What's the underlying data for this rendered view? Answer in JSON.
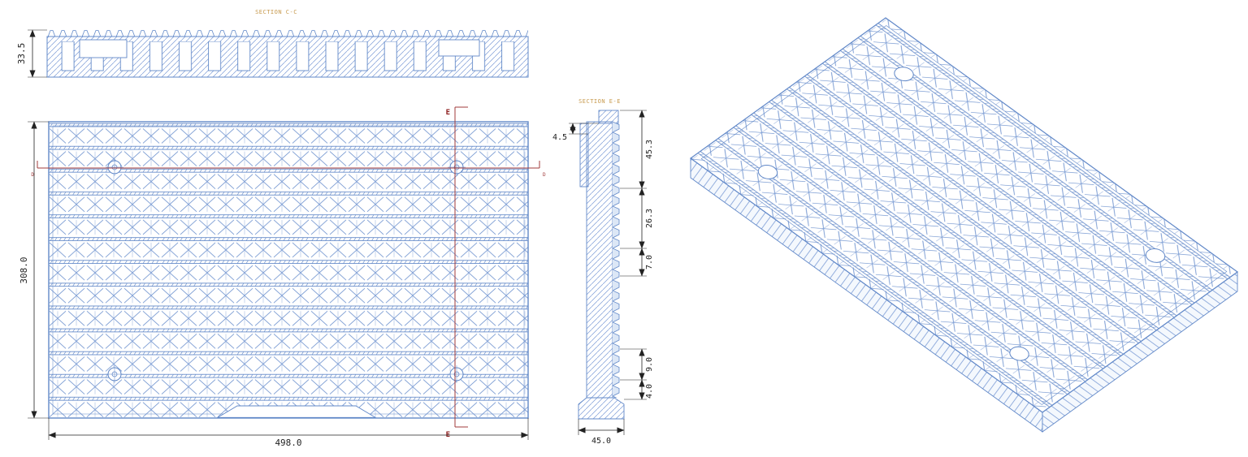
{
  "colors": {
    "drawing_blue": "#6188c8",
    "drawing_blue_light": "#7c9cd6",
    "dimension_black": "#222222",
    "section_red": "#a23b3b",
    "view_label_orange": "#c79a4e",
    "background": "#ffffff"
  },
  "views": {
    "section_cc": {
      "label": "SECTION C-C",
      "dim_height": "33.5"
    },
    "plan": {
      "dim_height": "308.0",
      "dim_width": "498.0",
      "marker_e": "E",
      "marker_d": "D"
    },
    "section_ee": {
      "label": "SECTION E-E",
      "dim_tooth": "4.5",
      "dim_top": "45.3",
      "dim_upper": "26.3",
      "dim_mid": "7.0",
      "dim_lower": "9.0",
      "dim_step": "4.0",
      "dim_width": "45.0"
    }
  }
}
